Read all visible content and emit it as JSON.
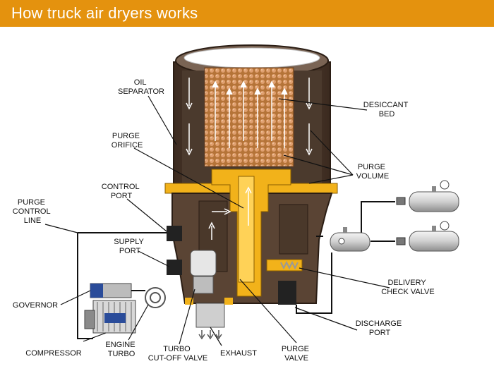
{
  "header": {
    "title": "How truck air dryers works"
  },
  "labels": {
    "oil_separator": [
      "OIL",
      "SEPARATOR"
    ],
    "purge_orifice": [
      "PURGE",
      "ORIFICE"
    ],
    "control_port": [
      "CONTROL",
      "PORT"
    ],
    "purge_control_line": [
      "PURGE",
      "CONTROL",
      "LINE"
    ],
    "supply_port": [
      "SUPPLY",
      "PORT"
    ],
    "governor": [
      "GOVERNOR"
    ],
    "compressor": [
      "COMPRESSOR"
    ],
    "engine_turbo": [
      "ENGINE",
      "TURBO"
    ],
    "turbo_cutoff_valve": [
      "TURBO",
      "CUT-OFF VALVE"
    ],
    "exhaust": [
      "EXHAUST"
    ],
    "purge_valve": [
      "PURGE",
      "VALVE"
    ],
    "discharge_port": [
      "DISCHARGE",
      "PORT"
    ],
    "delivery_check_valve": [
      "DELIVERY",
      "CHECK VALVE"
    ],
    "purge_volume": [
      "PURGE",
      "VOLUME"
    ],
    "desiccant_bed": [
      "DESICCANT",
      "BED"
    ]
  },
  "colors": {
    "banner": "#e4920e",
    "housing": "#5a4434",
    "desiccant": "#c9874f",
    "yellow_path": "#f2b21a",
    "line": "#111111"
  }
}
